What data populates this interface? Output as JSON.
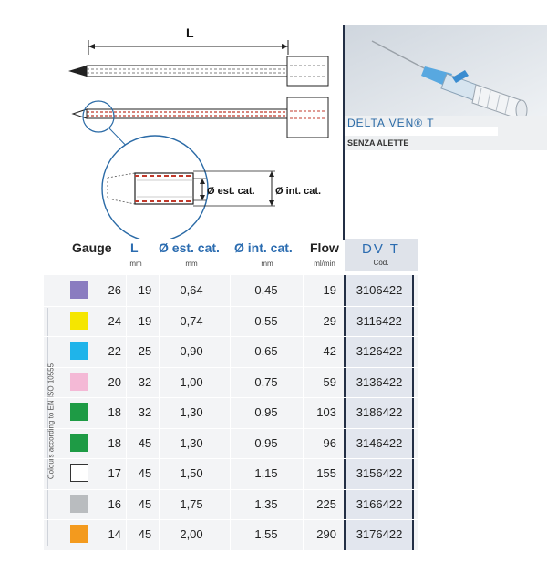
{
  "diagram": {
    "length_label": "L",
    "outer_diameter_label": "Ø est. cat.",
    "inner_diameter_label": "Ø int. cat."
  },
  "product": {
    "name": "DELTA VEN® T",
    "subtitle": "SENZA ALETTE"
  },
  "header": {
    "gauge": "Gauge",
    "length": "L",
    "length_unit": "mm",
    "outer_diameter": "Ø est. cat.",
    "outer_diameter_unit": "mm",
    "inner_diameter": "Ø int. cat.",
    "inner_diameter_unit": "mm",
    "flow": "Flow",
    "flow_unit": "ml/min",
    "code_title": "DV T",
    "code_sub": "Cod."
  },
  "side_note": "Colours according to EN ISO 10555",
  "rows": [
    {
      "color": "#8a7cc0",
      "gauge": "26",
      "length": "19",
      "outer": "0,64",
      "inner": "0,45",
      "flow": "19",
      "code": "3106422"
    },
    {
      "color": "#f5e600",
      "gauge": "24",
      "length": "19",
      "outer": "0,74",
      "inner": "0,55",
      "flow": "29",
      "code": "3116422"
    },
    {
      "color": "#1fb4ea",
      "gauge": "22",
      "length": "25",
      "outer": "0,90",
      "inner": "0,65",
      "flow": "42",
      "code": "3126422"
    },
    {
      "color": "#f4b9d6",
      "gauge": "20",
      "length": "32",
      "outer": "1,00",
      "inner": "0,75",
      "flow": "59",
      "code": "3136422"
    },
    {
      "color": "#1e9b45",
      "gauge": "18",
      "length": "32",
      "outer": "1,30",
      "inner": "0,95",
      "flow": "103",
      "code": "3186422"
    },
    {
      "color": "#1e9b45",
      "gauge": "18",
      "length": "45",
      "outer": "1,30",
      "inner": "0,95",
      "flow": "96",
      "code": "3146422"
    },
    {
      "color": "#ffffff",
      "gauge": "17",
      "length": "45",
      "outer": "1,50",
      "inner": "1,15",
      "flow": "155",
      "code": "3156422"
    },
    {
      "color": "#b9bcbf",
      "gauge": "16",
      "length": "45",
      "outer": "1,75",
      "inner": "1,35",
      "flow": "225",
      "code": "3166422"
    },
    {
      "color": "#f39a1e",
      "gauge": "14",
      "length": "45",
      "outer": "2,00",
      "inner": "1,55",
      "flow": "290",
      "code": "3176422"
    }
  ]
}
